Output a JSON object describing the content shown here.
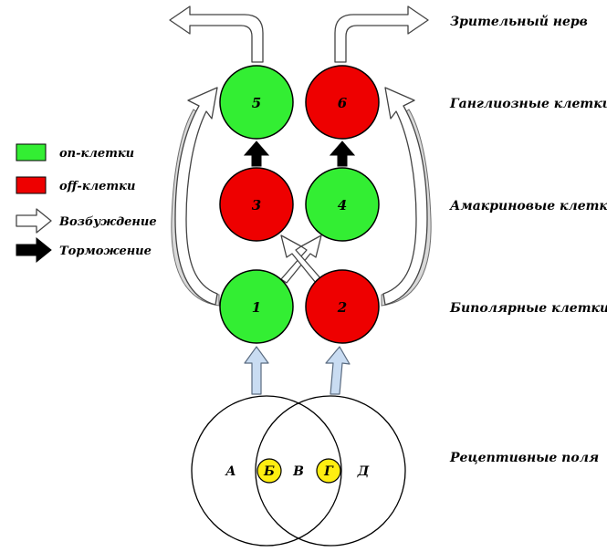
{
  "colors": {
    "on_cell": "#33ee33",
    "off_cell": "#ee0000",
    "yellow_point": "#ffee11"
  },
  "layers": {
    "optic_nerve": "Зрительный нерв",
    "ganglion": "Ганглиозные клетки",
    "amacrine": "Амакриновые клетки",
    "bipolar": "Биполярные клетки",
    "receptive": "Рецептивные поля"
  },
  "legend": {
    "on_cells": "on-клетки",
    "off_cells": "off-клетки",
    "excitation": "Возбуждение",
    "inhibition": "Торможение"
  },
  "cells": {
    "c5": {
      "label": "5",
      "type": "on"
    },
    "c6": {
      "label": "6",
      "type": "off"
    },
    "c3": {
      "label": "3",
      "type": "off"
    },
    "c4": {
      "label": "4",
      "type": "on"
    },
    "c1": {
      "label": "1",
      "type": "on"
    },
    "c2": {
      "label": "2",
      "type": "off"
    }
  },
  "fields": {
    "a": "А",
    "b": "Б",
    "v": "В",
    "g": "Г",
    "d": "Д"
  }
}
